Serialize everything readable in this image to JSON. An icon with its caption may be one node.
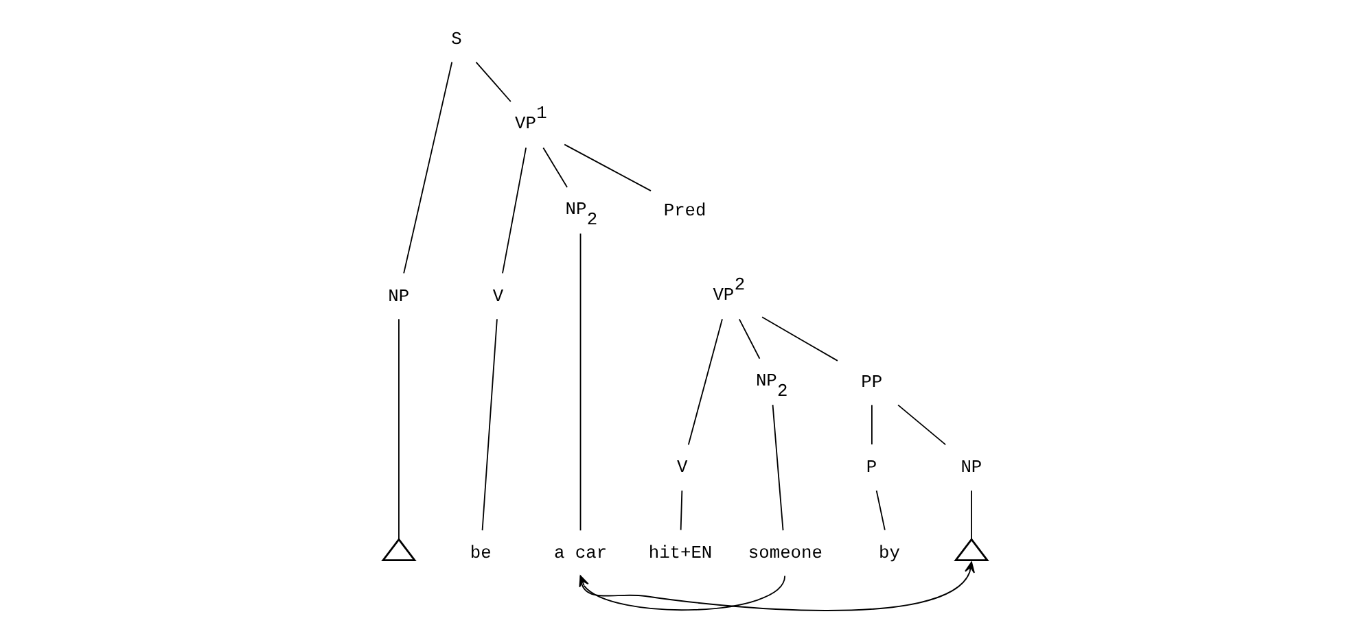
{
  "diagram": {
    "nodes": [
      {
        "text": [
          "S"
        ]
      },
      {
        "text": [
          "NP"
        ]
      },
      {
        "text": [
          "VP$^{1}$"
        ]
      },
      {
        "text": [
          "V"
        ]
      },
      {
        "text": [
          "NP$_{2}$"
        ]
      },
      {
        "text": [
          "Pred"
        ]
      },
      {
        "text": [
          "VP$^{2}$"
        ]
      },
      {
        "text": [
          "V"
        ]
      },
      {
        "text": [
          "NP$_{2}$"
        ]
      },
      {
        "text": [
          "PP"
        ]
      },
      {
        "text": [
          "P"
        ]
      },
      {
        "text": [
          "NP"
        ]
      },
      {
        "text": [],
        "shape": "triangle"
      },
      {
        "text": [
          "be"
        ]
      },
      {
        "text": [
          "a car"
        ]
      },
      {
        "text": [
          "hit+EN"
        ]
      },
      {
        "text": [
          "someone"
        ]
      },
      {
        "text": [
          "by"
        ]
      },
      {
        "text": [],
        "shape": "triangle"
      }
    ],
    "edges": [
      {
        "from": 0,
        "to": 1,
        "arrow": "none"
      },
      {
        "from": 0,
        "to": 2,
        "arrow": "none"
      },
      {
        "from": 1,
        "to": 12,
        "arrow": "none"
      },
      {
        "from": 2,
        "to": 3,
        "arrow": "none"
      },
      {
        "from": 2,
        "to": 4,
        "arrow": "none"
      },
      {
        "from": 2,
        "to": 5,
        "arrow": "none"
      },
      {
        "from": 3,
        "to": 13,
        "arrow": "none"
      },
      {
        "from": 4,
        "to": 14,
        "arrow": "none"
      },
      {
        "from": 6,
        "to": 7,
        "arrow": "none"
      },
      {
        "from": 6,
        "to": 8,
        "arrow": "none"
      },
      {
        "from": 6,
        "to": 9,
        "arrow": "none"
      },
      {
        "from": 7,
        "to": 15,
        "arrow": "none"
      },
      {
        "from": 8,
        "to": 16,
        "arrow": "none"
      },
      {
        "from": 9,
        "to": 10,
        "arrow": "none"
      },
      {
        "from": 9,
        "to": 11,
        "arrow": "none"
      },
      {
        "from": 10,
        "to": 17,
        "arrow": "none"
      },
      {
        "from": 11,
        "to": 18,
        "arrow": "none"
      },
      {
        "from": 14,
        "to": 18,
        "arrow": "to"
      },
      {
        "from": 16,
        "to": 14,
        "arrow": "to"
      }
    ]
  }
}
